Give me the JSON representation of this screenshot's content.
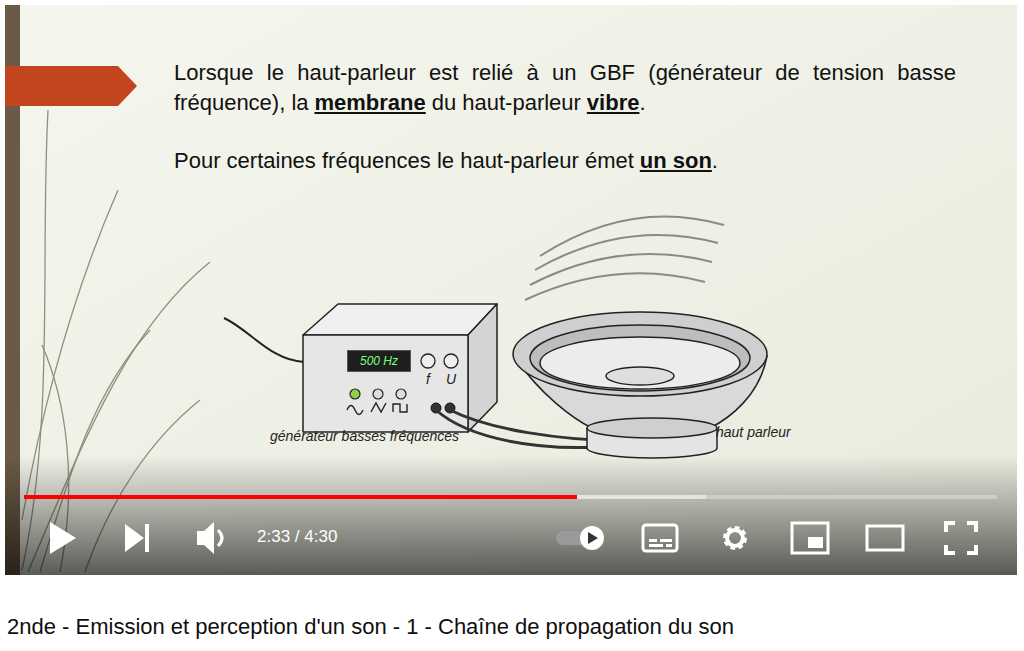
{
  "diagram": {
    "title": "2nde - Emission et perception d'un son - 1 - Chaîne de propagation du son",
    "nodes": [
      {
        "text": [
          "500 Hz"
        ]
      }
    ],
    "labels": [
      "Lorsque le haut-parleur est relié à un GBF (générateur de tension basse fréquence), la",
      "membrane",
      "du haut-parleur",
      "vibre",
      ".",
      "Pour certaines fréquences le haut-parleur émet",
      "un son",
      ".",
      "f",
      "U",
      "générateur basses fréquences",
      "haut parleur",
      "2:33 / 4:30"
    ]
  }
}
